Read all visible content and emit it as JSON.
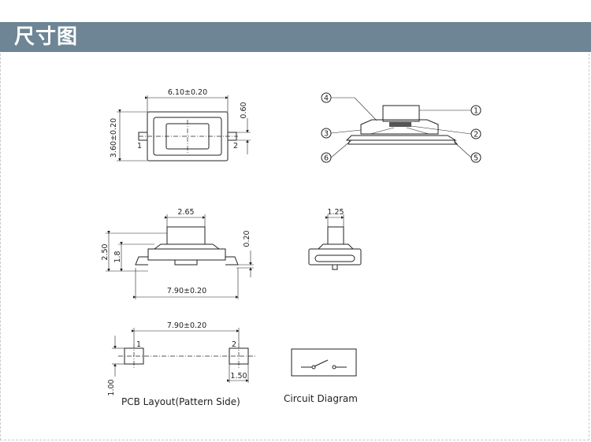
{
  "header": {
    "title": "尺寸图"
  },
  "top_view": {
    "width_dim": "6.10±0.20",
    "height_dim": "3.60±0.20",
    "lead_dim": "0.60",
    "pin1": "1",
    "pin2": "2"
  },
  "section_view": {
    "callouts": [
      "4",
      "1",
      "3",
      "2",
      "6",
      "5"
    ]
  },
  "front_view": {
    "actuator_dim": "2.65",
    "total_height_dim": "2.50",
    "body_height_dim": "1.8",
    "lead_thickness_dim": "0.20",
    "overall_dim": "7.90±0.20"
  },
  "side_view": {
    "actuator_dim": "1.25"
  },
  "pcb_layout": {
    "span_dim": "7.90±0.20",
    "pad_height_dim": "1.00",
    "pad_width_dim": "1.50",
    "pin1": "1",
    "pin2": "2",
    "caption": "PCB Layout(Pattern Side)"
  },
  "circuit": {
    "caption": "Circuit  Diagram"
  }
}
